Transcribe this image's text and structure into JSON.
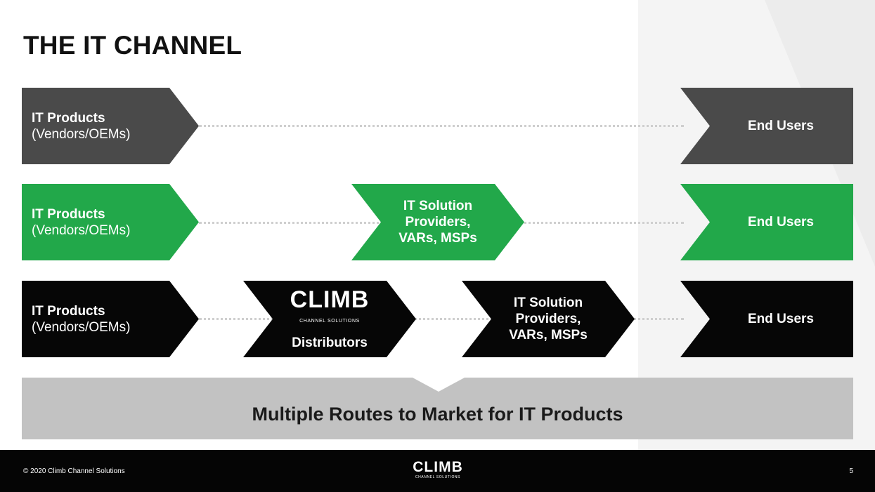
{
  "title": "THE IT CHANNEL",
  "colors": {
    "grey": "#4a4a4a",
    "green": "#22a84a",
    "black": "#060606",
    "banner": "#c2c2c2"
  },
  "rows": [
    {
      "source_title": "IT Products",
      "source_subtitle": "(Vendors/OEMs)",
      "end": "End Users"
    },
    {
      "source_title": "IT Products",
      "source_subtitle": "(Vendors/OEMs)",
      "middle": [
        "IT Solution",
        "Providers,",
        "VARs, MSPs"
      ],
      "end": "End Users"
    },
    {
      "source_title": "IT Products",
      "source_subtitle": "(Vendors/OEMs)",
      "distributor": {
        "logo": "CLIMB",
        "logo_sub": "CHANNEL SOLUTIONS",
        "label": "Distributors"
      },
      "middle": [
        "IT Solution",
        "Providers,",
        "VARs, MSPs"
      ],
      "end": "End Users"
    }
  ],
  "banner": "Multiple Routes to Market for IT Products",
  "footer": {
    "copyright": "© 2020 Climb Channel Solutions",
    "logo": "CLIMB",
    "logo_sub": "CHANNEL SOLUTIONS",
    "page": "5"
  }
}
